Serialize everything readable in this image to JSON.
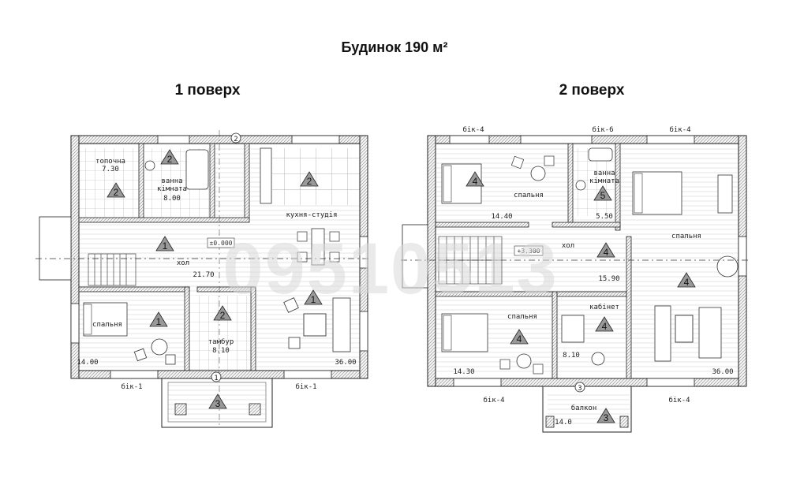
{
  "title": "Будинок 190 м²",
  "floors": [
    {
      "title": "1 поверх",
      "level": "±0.000",
      "hall_area": "21.70",
      "rooms": [
        {
          "label": "топочна",
          "area": "7.30"
        },
        {
          "label": "ванна кімната",
          "area": "8.00"
        },
        {
          "label": "кухня-студія",
          "area": "36.00"
        },
        {
          "label": "хол",
          "area": "21.70"
        },
        {
          "label": "спальня",
          "area": "14.00"
        },
        {
          "label": "тамбур",
          "area": "8.10"
        }
      ],
      "side_labels": [
        "бік-1",
        "бік-1"
      ],
      "marks": [
        "1",
        "2",
        "3"
      ]
    },
    {
      "title": "2 поверх",
      "level": "+3.300",
      "rooms": [
        {
          "label": "спальня",
          "area": "14.40"
        },
        {
          "label": "ванна кімната",
          "area": "5.50"
        },
        {
          "label": "спальня",
          "area": "36.00"
        },
        {
          "label": "хол",
          "area": "15.90"
        },
        {
          "label": "спальня",
          "area": "14.30"
        },
        {
          "label": "кабінет",
          "area": "8.10"
        },
        {
          "label": "балкон",
          "area": "14.0"
        }
      ],
      "side_labels": [
        "бік-4",
        "бік-4",
        "бік-4",
        "бік-6",
        "бік-4"
      ],
      "marks": [
        "4",
        "5",
        "3"
      ]
    }
  ],
  "watermark": "09510513"
}
